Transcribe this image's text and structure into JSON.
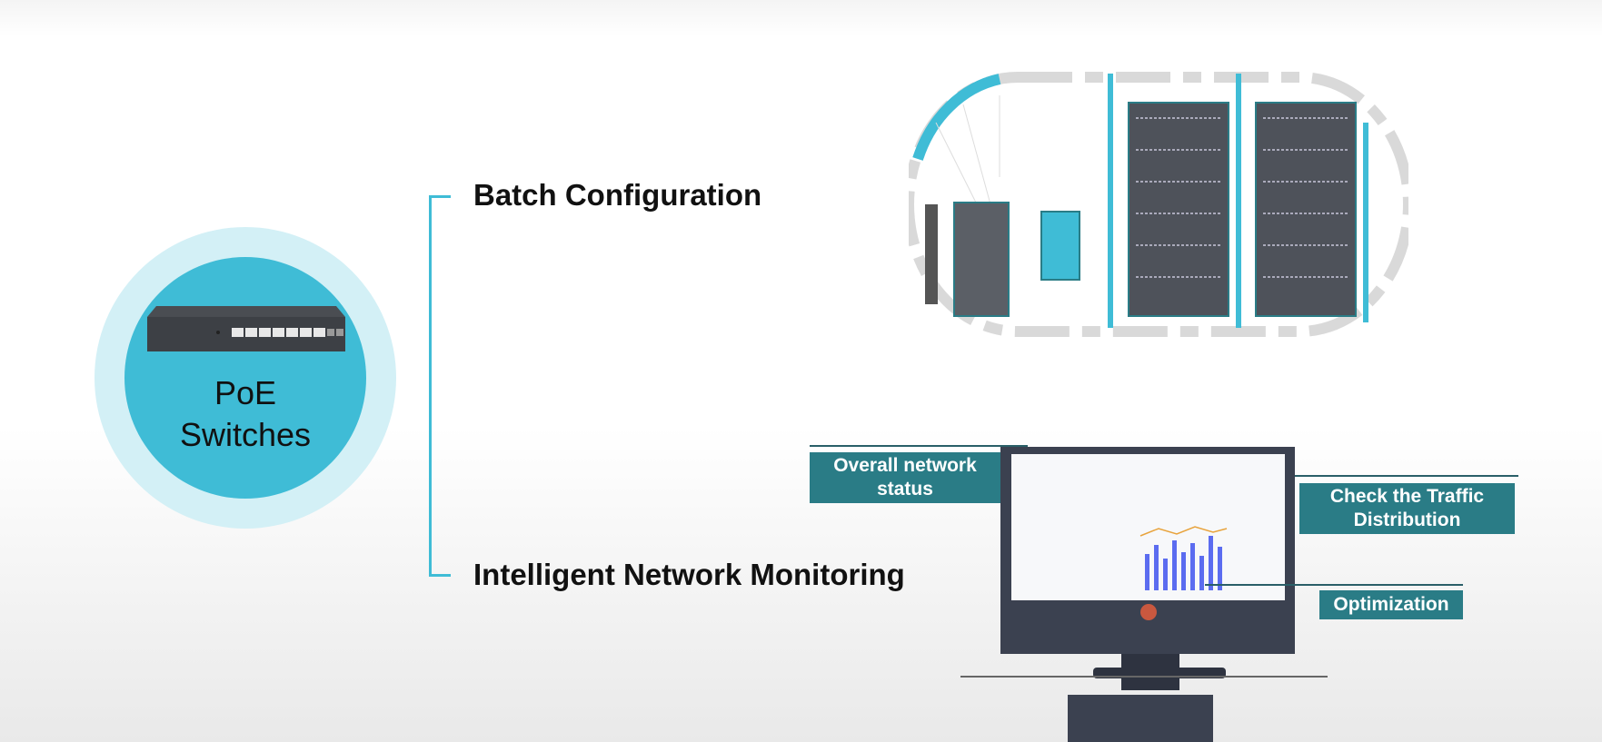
{
  "product": {
    "label_line1": "PoE",
    "label_line2": "Switches"
  },
  "features": [
    {
      "label": "Batch Configuration"
    },
    {
      "label": "Intelligent Network Monitoring"
    }
  ],
  "callouts": {
    "network_status": "Overall network status",
    "traffic": "Check the Traffic Distribution",
    "optimization": "Optimization"
  },
  "colors": {
    "accent": "#3fbcd6",
    "callout": "#2a7c86",
    "monitor": "#3b4150",
    "indicator": "#c9583f"
  }
}
